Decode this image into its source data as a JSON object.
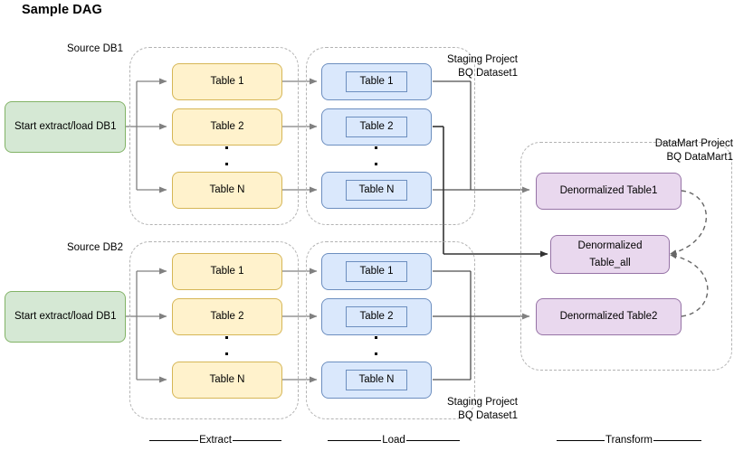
{
  "page": {
    "title": "Sample DAG",
    "background": "#ffffff"
  },
  "colors": {
    "green_fill": "#d5e8d4",
    "green_stroke": "#82b366",
    "yellow_fill": "#fff2cc",
    "yellow_stroke": "#d6b656",
    "blue_fill": "#dae8fc",
    "blue_stroke": "#6c8ebf",
    "purple_fill": "#e9d8ee",
    "purple_stroke": "#9673a6",
    "container_stroke": "#b3b3b3",
    "connector": "#808080",
    "connector_dark": "#4d4d4d",
    "text": "#000000"
  },
  "source_labels": {
    "db1": "Source DB1",
    "db2": "Source DB2"
  },
  "start_nodes": [
    {
      "id": "start-db1",
      "label": "Start extract/load DB1"
    },
    {
      "id": "start-db2",
      "label": "Start extract/load DB1"
    }
  ],
  "extract": {
    "top": {
      "tables": [
        "Table 1",
        "Table 2",
        "Table N"
      ]
    },
    "bottom": {
      "tables": [
        "Table 1",
        "Table 2",
        "Table N"
      ]
    }
  },
  "load": {
    "top": {
      "container_label": "Staging Project\nBQ Dataset1",
      "tables": [
        "Table 1",
        "Table 2",
        "Table N"
      ]
    },
    "bottom": {
      "container_label": "Staging Project\nBQ Dataset1",
      "tables": [
        "Table 1",
        "Table 2",
        "Table N"
      ]
    }
  },
  "transform": {
    "container_label": "DataMart Project\nBQ DataMart1",
    "nodes": [
      {
        "id": "denorm-table1",
        "label": "Denormalized Table1"
      },
      {
        "id": "denorm-table-all",
        "line1": "Denormalized",
        "line2": "Table_all"
      },
      {
        "id": "denorm-table2",
        "label": "Denormalized Table2"
      }
    ]
  },
  "phases": [
    {
      "id": "extract",
      "label": "Extract"
    },
    {
      "id": "load",
      "label": "Load"
    },
    {
      "id": "transform",
      "label": "Transform"
    }
  ]
}
